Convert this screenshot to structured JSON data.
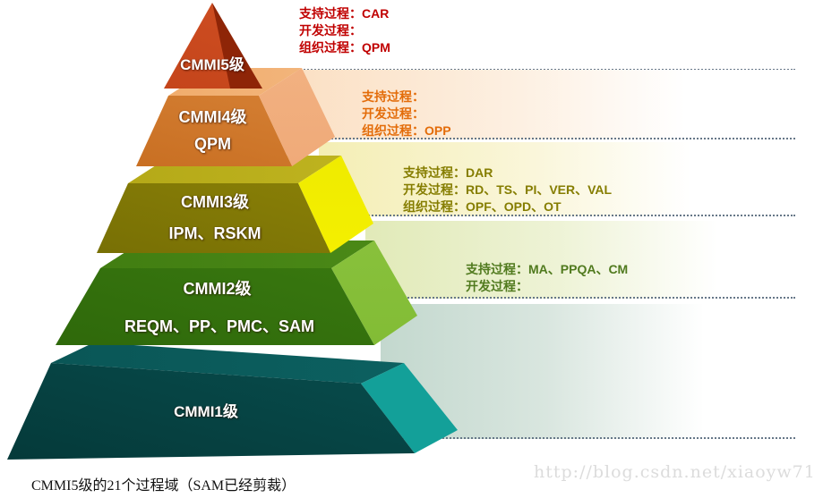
{
  "pyramid": {
    "levels": [
      {
        "id": "cmmi5",
        "title": "CMMI5级",
        "subtitle": "",
        "front_color": "#b93a12",
        "side_color": "#8e2507"
      },
      {
        "id": "cmmi4",
        "title": "CMMI4级",
        "subtitle": "QPM",
        "front_color": "#c4691c",
        "side_color": "#ec9e6a"
      },
      {
        "id": "cmmi3",
        "title": "CMMI3级",
        "subtitle": "IPM、RSKM",
        "front_color": "#837a06",
        "side_color": "#f6f200"
      },
      {
        "id": "cmmi2",
        "title": "CMMI2级",
        "subtitle": "REQM、PP、PMC、SAM",
        "front_color": "#3a7a10",
        "side_color": "#82bc35"
      },
      {
        "id": "cmmi1",
        "title": "CMMI1级",
        "subtitle": "",
        "front_color": "#0a5a5a",
        "side_color": "#13a099"
      }
    ]
  },
  "annotations": [
    {
      "level": "cmmi5",
      "text_color": "#c00000",
      "lines": [
        "支持过程：CAR",
        "开发过程：",
        "组织过程：QPM"
      ]
    },
    {
      "level": "cmmi4",
      "text_color": "#e36c09",
      "band_color": "#fbe0c4",
      "lines": [
        "支持过程：",
        "开发过程：",
        "组织过程：OPP"
      ]
    },
    {
      "level": "cmmi3",
      "text_color": "#857d00",
      "band_color": "#f4eeb4",
      "lines": [
        "支持过程：DAR",
        "开发过程：RD、TS、PI、VER、VAL",
        "组织过程：OPF、OPD、OT"
      ]
    },
    {
      "level": "cmmi2",
      "text_color": "#507a1e",
      "band_color": "#e1eab8",
      "lines": [
        "支持过程：MA、PPQA、CM",
        "开发过程："
      ]
    },
    {
      "level": "cmmi1",
      "band_color": "#c3d8ce",
      "lines": []
    }
  ],
  "caption": "CMMI5级的21个过程域（SAM已经剪裁）",
  "watermark": "http://blog.csdn.net/xiaoyw71"
}
